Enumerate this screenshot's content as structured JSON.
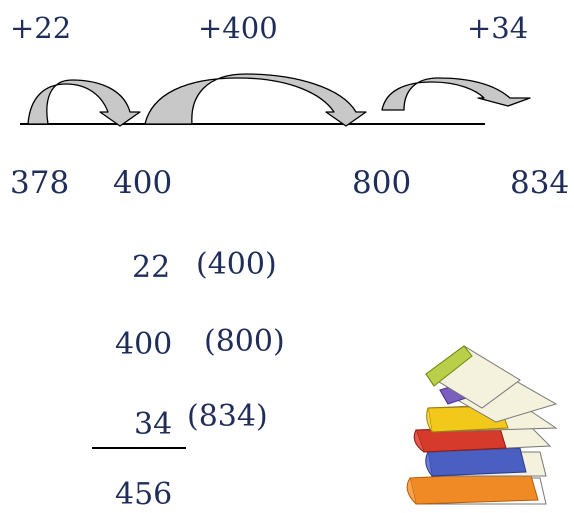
{
  "jumps": [
    "+22",
    "+400",
    "+34"
  ],
  "number_line": [
    "378",
    "400",
    "800",
    "834"
  ],
  "calculation": {
    "rows": [
      {
        "value": "22",
        "landmark": "(400)"
      },
      {
        "value": "400",
        "landmark": "(800)"
      },
      {
        "value": "34",
        "landmark": "(834)"
      }
    ],
    "total": "456"
  },
  "colors": {
    "text": "#1f2d5a",
    "arc_fill": "#c8c8c8",
    "line": "#000000"
  },
  "icons": [
    "curved-arrow-icon",
    "book-stack-icon"
  ]
}
